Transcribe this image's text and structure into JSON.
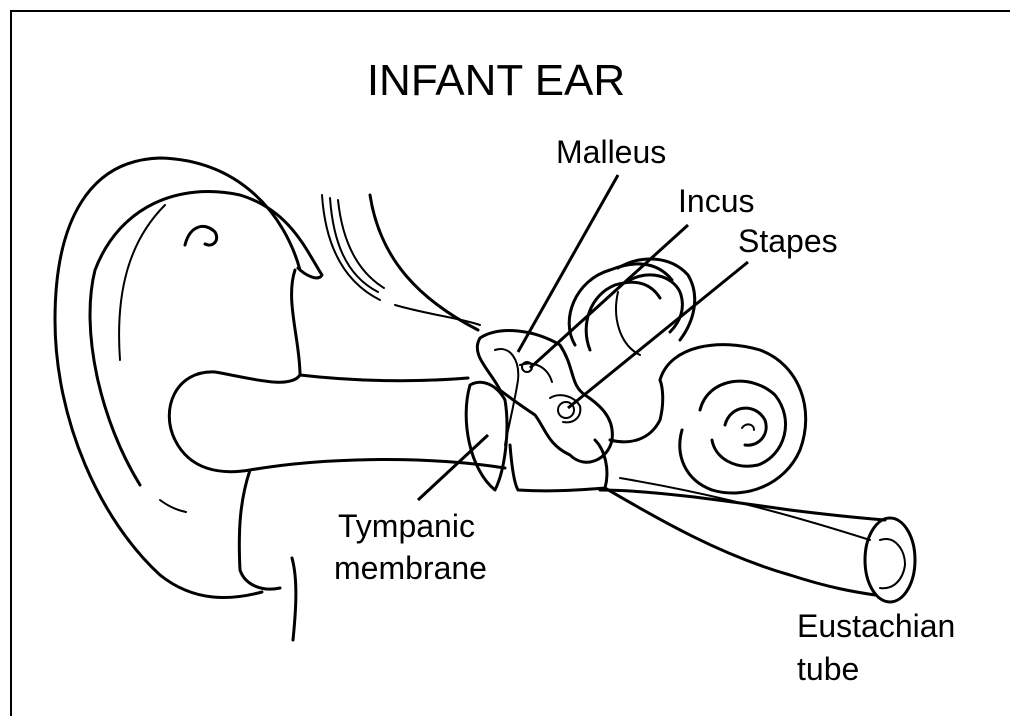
{
  "diagram": {
    "title": "INFANT EAR",
    "labels": {
      "malleus": "Malleus",
      "incus": "Incus",
      "stapes": "Stapes",
      "tympanic_line1": "Tympanic",
      "tympanic_line2": "membrane",
      "eustachian_line1": "Eustachian",
      "eustachian_line2": "tube"
    }
  }
}
